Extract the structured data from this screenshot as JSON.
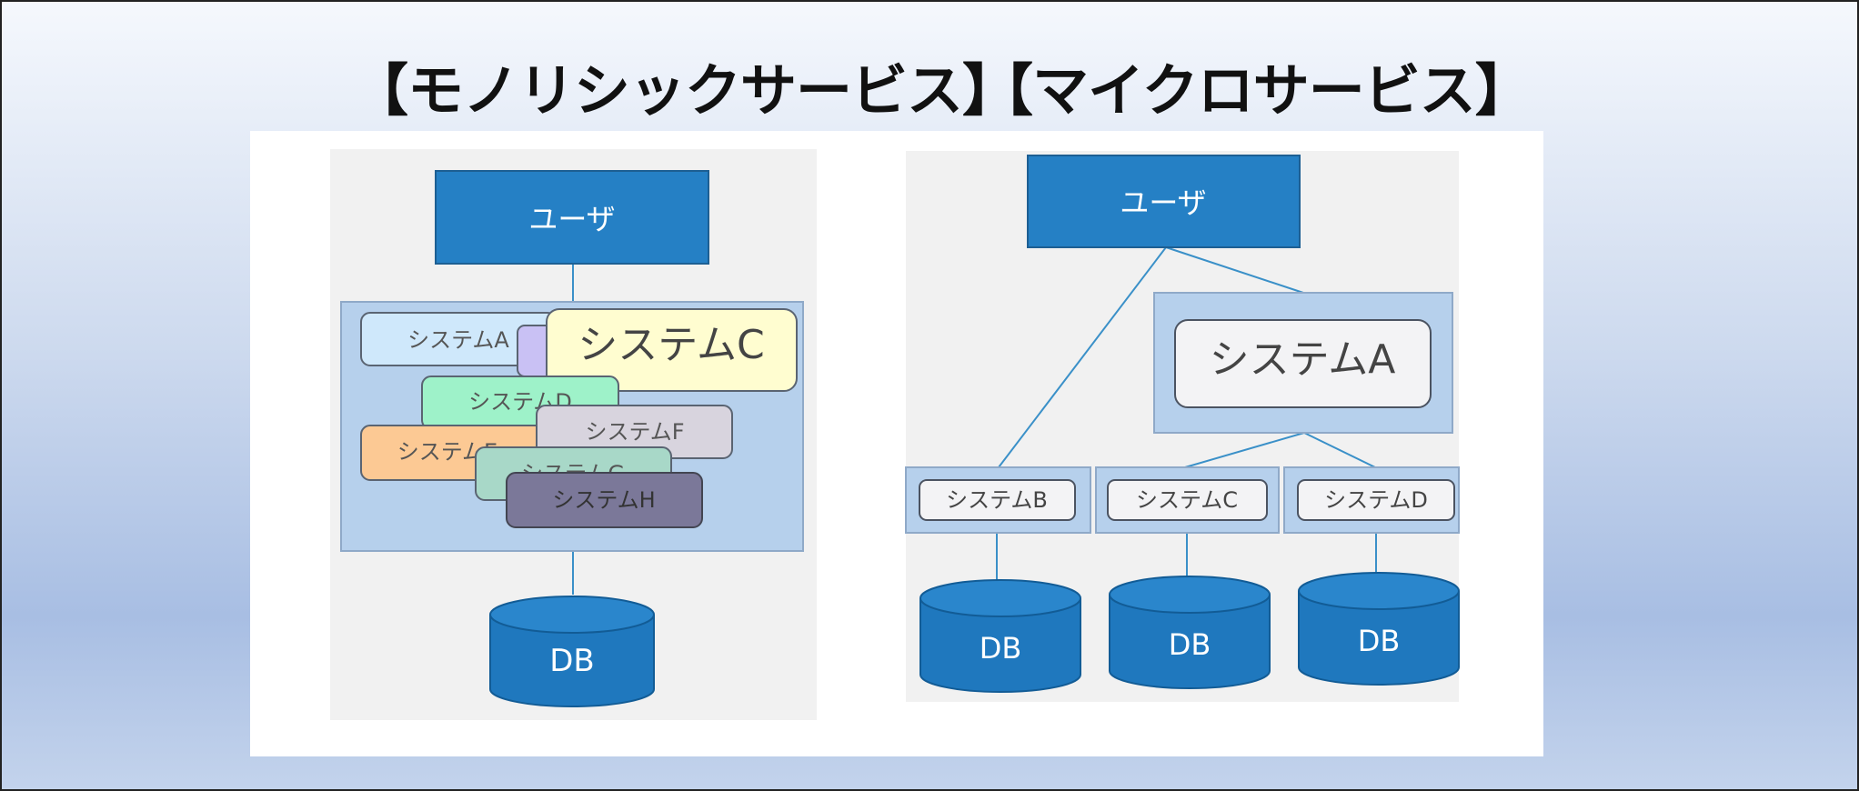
{
  "headings": {
    "monolith": "【モノリシックサービス】",
    "micro": "【マイクロサービス】"
  },
  "monolith": {
    "user": "ユーザ",
    "systems": {
      "a": "システムA",
      "c": "システムC",
      "d": "システムD",
      "e": "システムE",
      "f": "システムF",
      "g": "システムG",
      "h": "システムH"
    },
    "db": "DB"
  },
  "micro": {
    "user": "ユーザ",
    "system_a": "システムA",
    "system_b": "システムB",
    "system_c": "システムC",
    "system_d": "システムD",
    "db_b": "DB",
    "db_c": "DB",
    "db_d": "DB"
  },
  "colors": {
    "user_box": "#2580c5",
    "container": "#b6d0ec",
    "db": "#1f78be",
    "line": "#3a90c8"
  }
}
